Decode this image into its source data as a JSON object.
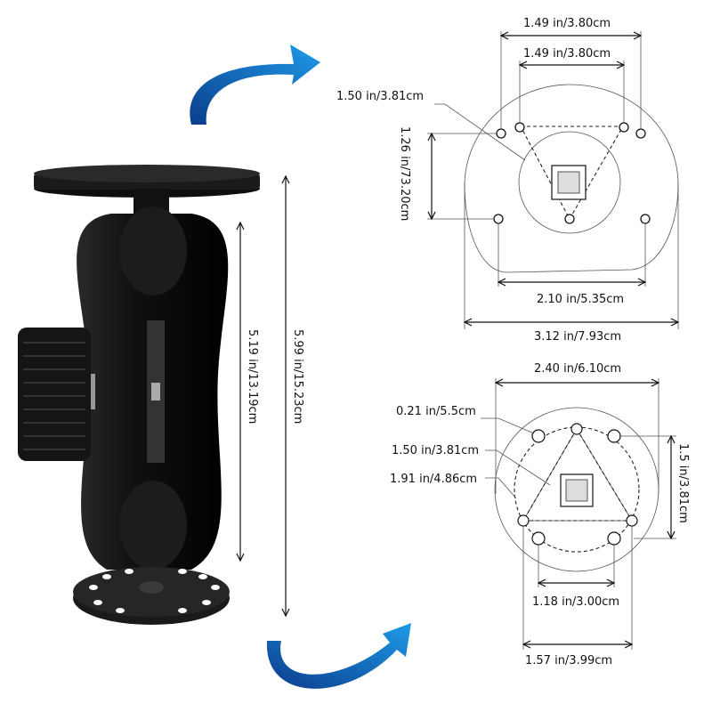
{
  "colors": {
    "arrow_dark": "#0b3d8c",
    "arrow_light": "#1e9be9",
    "product": "#111111"
  },
  "dimensions": {
    "total_height": "5.99 in/15.23cm",
    "arm_length": "5.19 in/13.19cm",
    "top_plate": {
      "outer_span": "1.49 in/3.80cm",
      "inner_span": "1.49 in/3.80cm",
      "triangle_side": "1.50 in/3.81cm",
      "vertical_span": "1.26 in/73.20cm",
      "hole_span": "2.10 in/5.35cm",
      "plate_width": "3.12 in/7.93cm"
    },
    "bottom_plate": {
      "plate_width": "2.40 in/6.10cm",
      "hole_diameter": "0.21 in/5.5cm",
      "triangle_side": "1.50 in/3.81cm",
      "circle_diameter": "1.91 in/4.86cm",
      "vertical_span": "1.5 in/3.81cm",
      "inner_span": "1.18 in/3.00cm",
      "outer_span": "1.57 in/3.99cm"
    }
  }
}
